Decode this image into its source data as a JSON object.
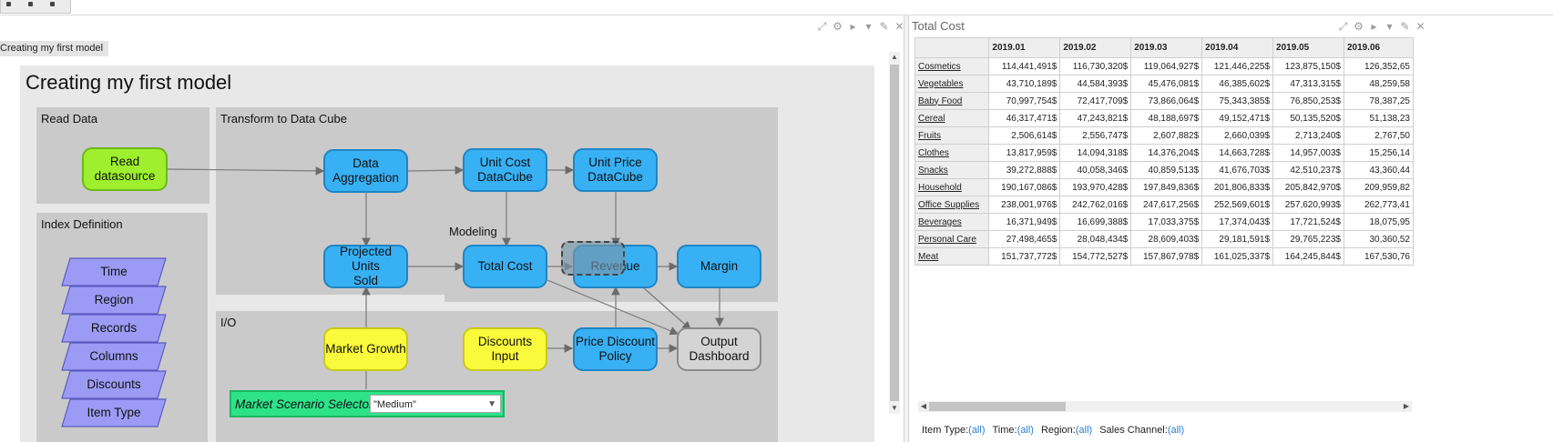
{
  "left_panel": {
    "tab_label": "Creating my first model",
    "model_title": "Creating my first model",
    "groups": {
      "read_data": "Read Data",
      "transform": "Transform to Data Cube",
      "index_definition": "Index Definition",
      "modeling": "Modeling",
      "io": "I/O"
    },
    "nodes": {
      "read_datasource": "Read\ndatasource",
      "data_aggregation": "Data\nAggregation",
      "unit_cost_datacube": "Unit Cost\nDataCube",
      "unit_price_datacube": "Unit Price\nDataCube",
      "projected_units_sold": "Projected Units\nSold",
      "total_cost": "Total Cost",
      "revenue": "Revenue",
      "margin": "Margin",
      "market_growth": "Market Growth",
      "discounts_input": "Discounts Input",
      "price_discount_policy": "Price Discount\nPolicy",
      "output_dashboard": "Output\nDashboard"
    },
    "indexes": [
      "Time",
      "Region",
      "Records",
      "Columns",
      "Discounts",
      "Item Type"
    ],
    "selector": {
      "label": "Market Scenario Selector",
      "value": "\"Medium\""
    },
    "colors": {
      "variable": "#38b0f4",
      "input": "#fafa3c",
      "datasource": "#9ef02e",
      "index": "#9b9bf5",
      "selector": "#2ee28a"
    }
  },
  "right_panel": {
    "title": "Total Cost",
    "columns": [
      "2019.01",
      "2019.02",
      "2019.03",
      "2019.04",
      "2019.05",
      "2019.06"
    ],
    "rows": [
      {
        "label": "Cosmetics",
        "values": [
          "114,441,491$",
          "116,730,320$",
          "119,064,927$",
          "121,446,225$",
          "123,875,150$",
          "126,352,65"
        ]
      },
      {
        "label": "Vegetables",
        "values": [
          "43,710,189$",
          "44,584,393$",
          "45,476,081$",
          "46,385,602$",
          "47,313,315$",
          "48,259,58"
        ]
      },
      {
        "label": "Baby Food",
        "values": [
          "70,997,754$",
          "72,417,709$",
          "73,866,064$",
          "75,343,385$",
          "76,850,253$",
          "78,387,25"
        ]
      },
      {
        "label": "Cereal",
        "values": [
          "46,317,471$",
          "47,243,821$",
          "48,188,697$",
          "49,152,471$",
          "50,135,520$",
          "51,138,23"
        ]
      },
      {
        "label": "Fruits",
        "values": [
          "2,506,614$",
          "2,556,747$",
          "2,607,882$",
          "2,660,039$",
          "2,713,240$",
          "2,767,50"
        ]
      },
      {
        "label": "Clothes",
        "values": [
          "13,817,959$",
          "14,094,318$",
          "14,376,204$",
          "14,663,728$",
          "14,957,003$",
          "15,256,14"
        ]
      },
      {
        "label": "Snacks",
        "values": [
          "39,272,888$",
          "40,058,346$",
          "40,859,513$",
          "41,676,703$",
          "42,510,237$",
          "43,360,44"
        ]
      },
      {
        "label": "Household",
        "values": [
          "190,167,086$",
          "193,970,428$",
          "197,849,836$",
          "201,806,833$",
          "205,842,970$",
          "209,959,82"
        ]
      },
      {
        "label": "Office Supplies",
        "values": [
          "238,001,976$",
          "242,762,016$",
          "247,617,256$",
          "252,569,601$",
          "257,620,993$",
          "262,773,41"
        ]
      },
      {
        "label": "Beverages",
        "values": [
          "16,371,949$",
          "16,699,388$",
          "17,033,375$",
          "17,374,043$",
          "17,721,524$",
          "18,075,95"
        ]
      },
      {
        "label": "Personal Care",
        "values": [
          "27,498,465$",
          "28,048,434$",
          "28,609,403$",
          "29,181,591$",
          "29,765,223$",
          "30,360,52"
        ]
      },
      {
        "label": "Meat",
        "values": [
          "151,737,772$",
          "154,772,527$",
          "157,867,978$",
          "161,025,337$",
          "164,245,844$",
          "167,530,76"
        ]
      }
    ],
    "filters": [
      {
        "label": "Item Type:",
        "value": "(all)"
      },
      {
        "label": "Time:",
        "value": "(all)"
      },
      {
        "label": "Region:",
        "value": "(all)"
      },
      {
        "label": "Sales Channel:",
        "value": "(all)"
      }
    ]
  }
}
